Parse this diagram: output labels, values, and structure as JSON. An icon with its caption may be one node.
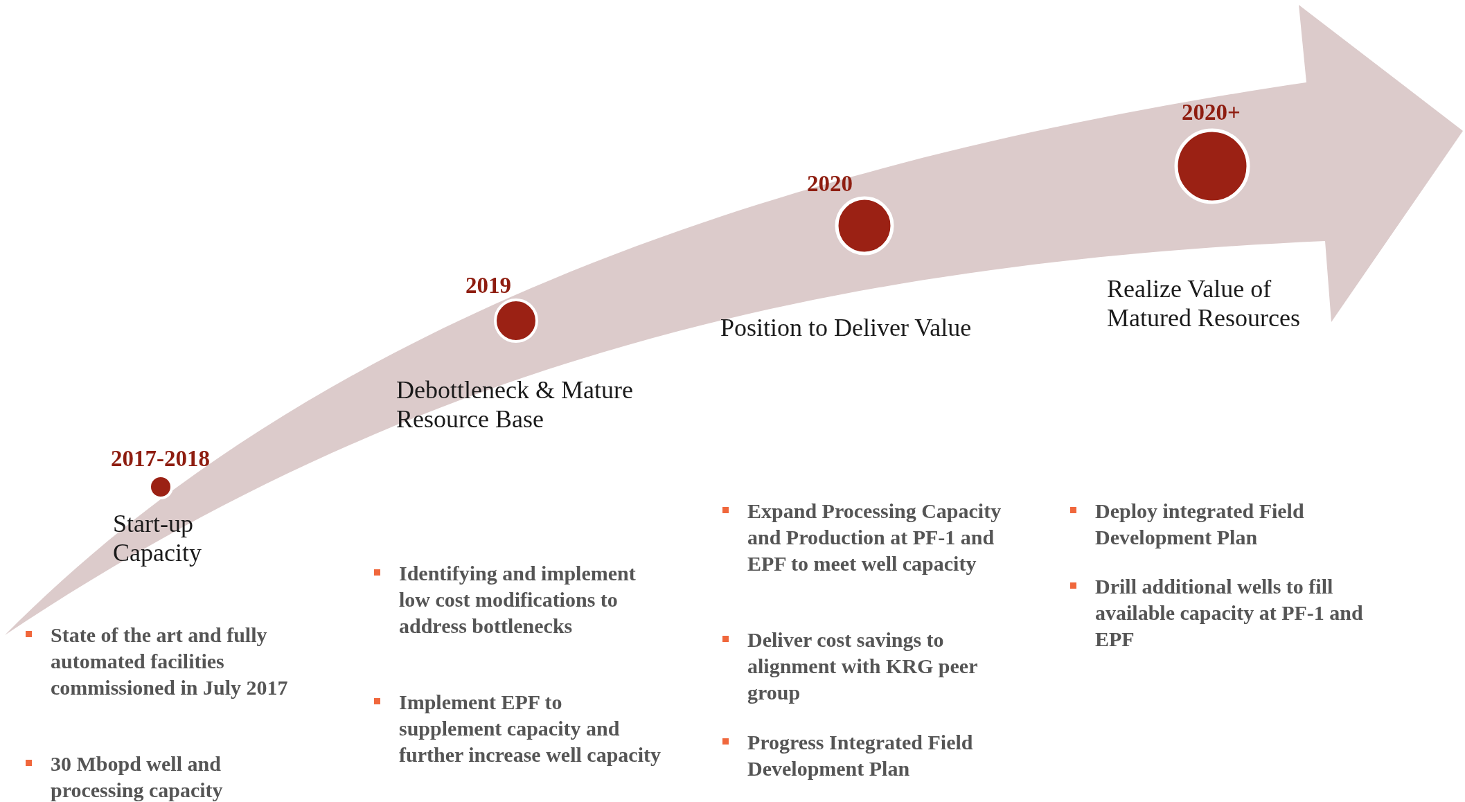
{
  "diagram": {
    "nodes": [
      {
        "text": [],
        "shape": "circle"
      },
      {
        "text": [],
        "shape": "circle"
      },
      {
        "text": [],
        "shape": "circle"
      },
      {
        "text": [],
        "shape": "circle"
      }
    ],
    "labels": [
      "2017-2018",
      "Start-up Capacity",
      "State of the art and fully automated facilities commissioned in July 2017",
      "30 Mbopd well and processing capacity",
      "2019",
      "Debottleneck & Mature Resource Base",
      "Identifying and implement low cost modifications to address bottlenecks",
      "Implement EPF to supplement capacity and further increase well capacity",
      "2020",
      "Position to Deliver Value",
      "Expand Processing Capacity and Production at PF-1 and EPF to meet well capacity",
      "Deliver cost savings to alignment with KRG peer group",
      "Progress Integrated Field Development Plan",
      "2020+",
      "Realize Value of Matured Resources",
      "Deploy integrated Field Development Plan",
      "Drill additional wells to fill available capacity at PF-1 and EPF"
    ]
  }
}
